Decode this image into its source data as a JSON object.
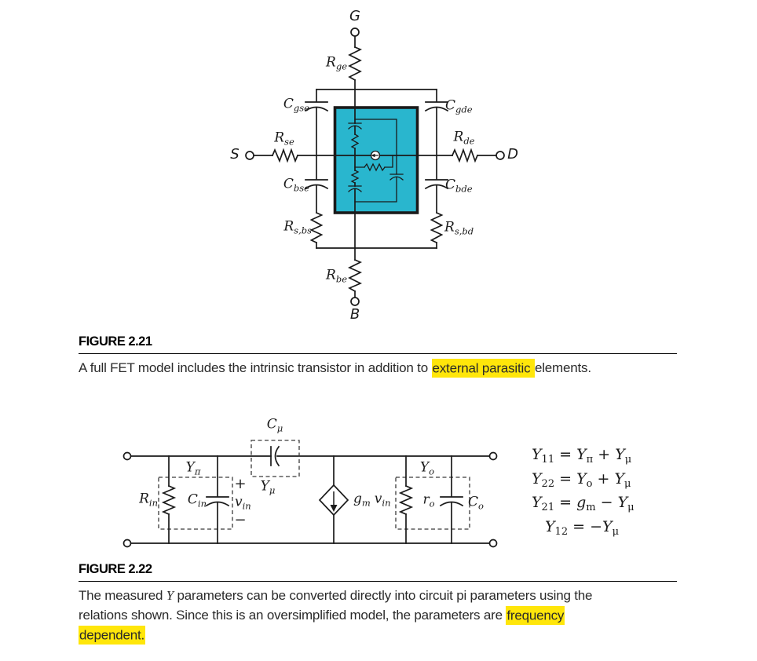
{
  "page": {
    "background": "#ffffff",
    "line_color": "#1a1a1a",
    "highlight_color": "#ffe60a",
    "intrinsic_box_fill": "#29b6ce"
  },
  "fig21": {
    "heading": "FIGURE 2.21",
    "caption": {
      "pre": "A full FET model includes the intrinsic transistor in addition to ",
      "highlight": "external parasitic ",
      "post": "elements."
    },
    "terminals": {
      "gate": "G",
      "source": "S",
      "drain": "D",
      "bulk": "B"
    },
    "labels": {
      "Rge": {
        "sym": "R",
        "sub": "ge"
      },
      "Cgse": {
        "sym": "C",
        "sub": "gse"
      },
      "Cgde": {
        "sym": "C",
        "sub": "gde"
      },
      "Rse": {
        "sym": "R",
        "sub": "se"
      },
      "Rde": {
        "sym": "R",
        "sub": "de"
      },
      "Cbse": {
        "sym": "C",
        "sub": "bse"
      },
      "Cbde": {
        "sym": "C",
        "sub": "bde"
      },
      "Rsbs": {
        "sym": "R",
        "sub": "s,bs"
      },
      "Rsbd": {
        "sym": "R",
        "sub": "s,bd"
      },
      "Rbe": {
        "sym": "R",
        "sub": "be"
      }
    }
  },
  "fig22": {
    "heading": "FIGURE 2.22",
    "caption": {
      "line1_pre": "The measured ",
      "line1_var": "Y",
      "line1_post": " parameters can be converted directly into circuit pi parameters using the",
      "line2_pre": "relations shown. Since this is an oversimplified model, the parameters are ",
      "line2_highlight": "frequency",
      "line3_highlight": "dependent."
    },
    "labels": {
      "Cmu": {
        "sym": "C",
        "sub": "μ"
      },
      "Ymu": {
        "sym": "Y",
        "sub": "μ"
      },
      "Ypi": {
        "sym": "Y",
        "sub": "π"
      },
      "Rin": {
        "sym": "R",
        "sub": "in"
      },
      "Cin": {
        "sym": "C",
        "sub": "in"
      },
      "vin": {
        "sym": "v",
        "sub": "in"
      },
      "plus": "+",
      "minus": "−",
      "gm": {
        "sym": "g",
        "sub": "m"
      },
      "Yo": {
        "sym": "Y",
        "sub": "o"
      },
      "ro": {
        "sym": "r",
        "sub": "o"
      },
      "Co": {
        "sym": "C",
        "sub": "o"
      }
    },
    "equations": [
      [
        {
          "s": "Y",
          "sub": "11"
        },
        {
          "s": " = ",
          "rm": true
        },
        {
          "s": "Y",
          "sub": "π"
        },
        {
          "s": " + ",
          "rm": true
        },
        {
          "s": "Y",
          "sub": "μ"
        }
      ],
      [
        {
          "s": "Y",
          "sub": "22"
        },
        {
          "s": " = ",
          "rm": true
        },
        {
          "s": "Y",
          "sub": "o"
        },
        {
          "s": " + ",
          "rm": true
        },
        {
          "s": "Y",
          "sub": "μ"
        }
      ],
      [
        {
          "s": "Y",
          "sub": "21"
        },
        {
          "s": " = ",
          "rm": true
        },
        {
          "s": "g",
          "sub": "m"
        },
        {
          "s": " − ",
          "rm": true
        },
        {
          "s": "Y",
          "sub": "μ"
        }
      ],
      [
        {
          "s": "Y",
          "sub": "12"
        },
        {
          "s": " = −",
          "rm": true
        },
        {
          "s": "Y",
          "sub": "μ"
        }
      ]
    ]
  }
}
